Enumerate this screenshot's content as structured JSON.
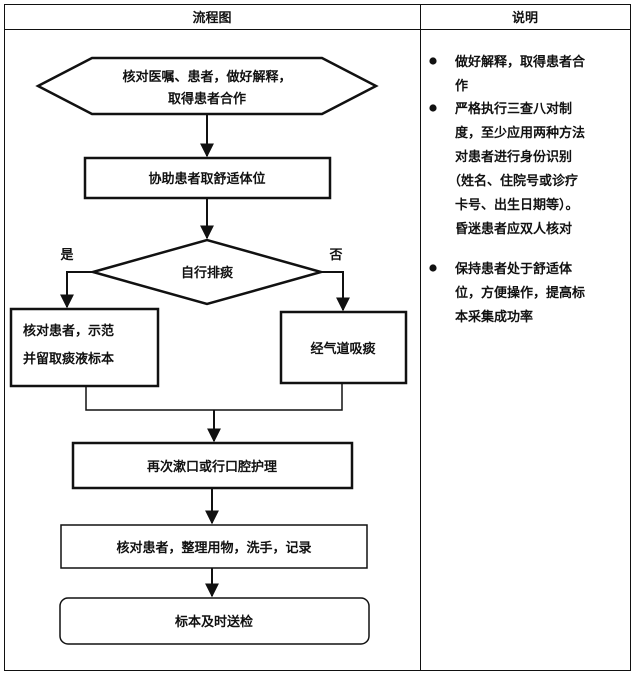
{
  "table": {
    "header_left": "流程图",
    "header_right": "说明"
  },
  "flowchart": {
    "start": {
      "line1": "核对医嘱、患者，做好解释，",
      "line2": "取得患者合作"
    },
    "step_position": "协助患者取舒适体位",
    "decision": "自行排痰",
    "yes_label": "是",
    "no_label": "否",
    "yes_branch": {
      "line1": "核对患者，示范",
      "line2": "并留取痰液标本"
    },
    "no_branch": "经气道吸痰",
    "step_mouth": "再次漱口或行口腔护理",
    "step_verify": "核对患者，整理用物，洗手，记录",
    "end": "标本及时送检"
  },
  "notes": [
    {
      "lines": [
        "做好解释，取得患者合",
        "作"
      ]
    },
    {
      "lines": [
        "严格执行三查八对制",
        "度，至少应用两种方法",
        "对患者进行身份识别",
        "（姓名、住院号或诊疗",
        "卡号、出生日期等）。",
        "昏迷患者应双人核对"
      ]
    },
    {
      "lines": [
        "保持患者处于舒适体",
        "位，方便操作，提高标",
        "本采集成功率"
      ]
    }
  ]
}
